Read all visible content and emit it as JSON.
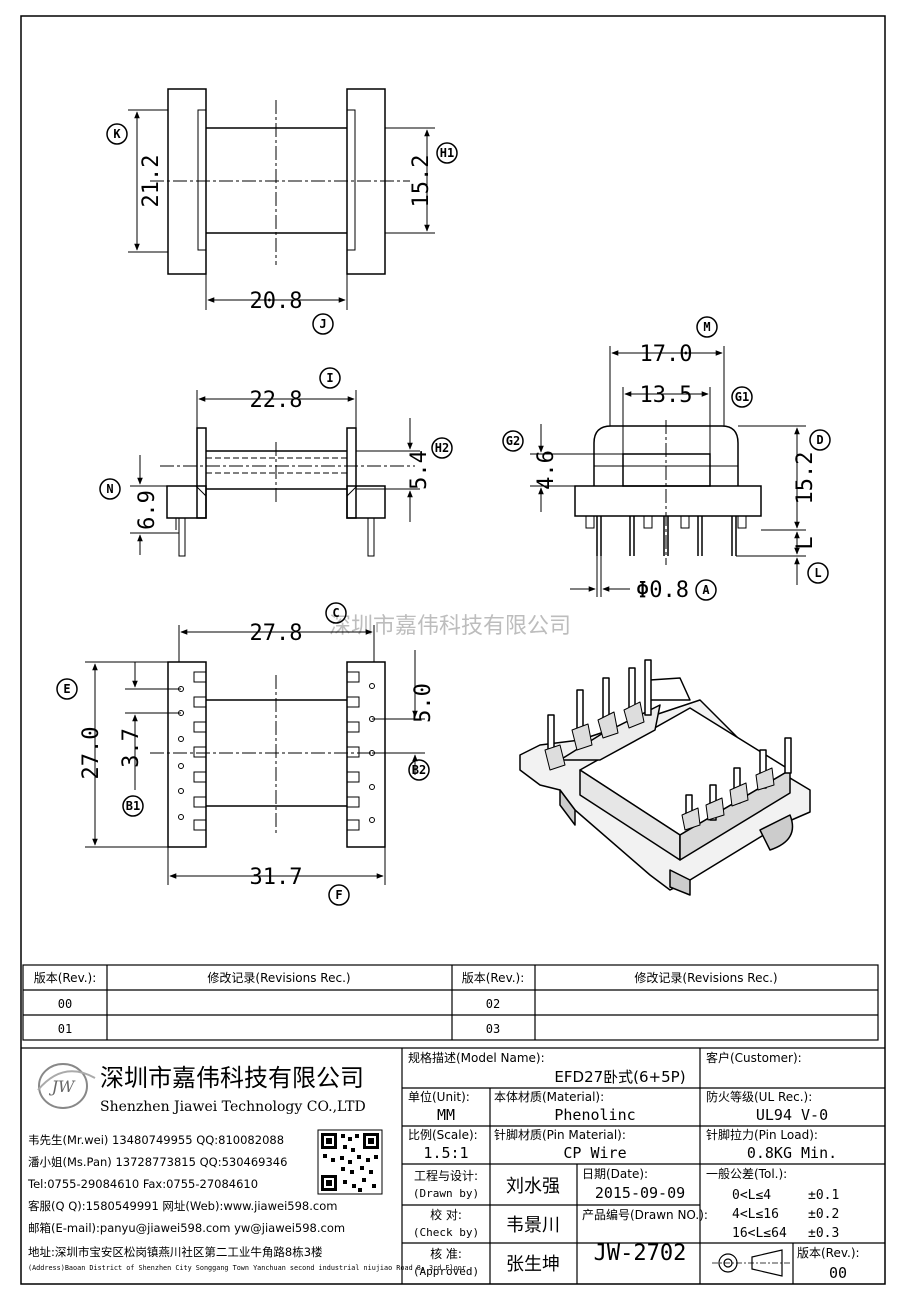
{
  "drawing": {
    "top_view": {
      "k": "21.2",
      "h1": "15.2",
      "j": "20.8",
      "labels": {
        "k": "K",
        "h1": "H1",
        "j": "J"
      }
    },
    "front_view": {
      "i": "22.8",
      "h2": "5.4",
      "n": "6.9",
      "labels": {
        "i": "I",
        "h2": "H2",
        "n": "N"
      }
    },
    "side_view": {
      "m": "17.0",
      "g1": "13.5",
      "g2": "4.6",
      "d": "15.2",
      "l": "L",
      "a": "Φ0.8",
      "labels": {
        "m": "M",
        "g1": "G1",
        "g2": "G2",
        "d": "D",
        "l": "L",
        "a": "A"
      }
    },
    "bottom_view": {
      "c": "27.8",
      "e": "27.0",
      "b1": "3.7",
      "b2": "5.0",
      "f": "31.7",
      "labels": {
        "c": "C",
        "e": "E",
        "b1": "B1",
        "b2": "B2",
        "f": "F"
      }
    },
    "watermark": "深圳市嘉伟科技有限公司"
  },
  "revisions": {
    "rev_header": "版本(Rev.):",
    "rec_header": "修改记录(Revisions Rec.)",
    "left_revs": [
      "00",
      "01"
    ],
    "right_revs": [
      "02",
      "03"
    ]
  },
  "company": {
    "logo": "JW",
    "name_cn": "深圳市嘉伟科技有限公司",
    "name_en": "Shenzhen Jiawei Technology CO.,LTD",
    "contacts": [
      "韦先生(Mr.wei) 13480749955 QQ:810082088",
      "潘小姐(Ms.Pan) 13728773815 QQ:530469346",
      "Tel:0755-29084610     Fax:0755-27084610",
      "客服(Q Q):1580549991  网址(Web):www.jiawei598.com",
      "邮箱(E-mail):panyu@jiawei598.com  yw@jiawei598.com"
    ],
    "address_cn": "地址:深圳市宝安区松岗镇燕川社区第二工业牛角路8栋3楼",
    "address_en": "(Address)Baoan District of Shenzhen City Songgang Town Yanchuan  second industrial niujiao Road 8, 3rd Floor"
  },
  "title_block": {
    "model_label": "规格描述(Model Name):",
    "model_value": "EFD27卧式(6+5P)",
    "customer_label": "客户(Customer):",
    "unit_label": "单位(Unit):",
    "unit_value": "MM",
    "material_label": "本体材质(Material):",
    "material_value": "Phenolinc",
    "ul_label": "防火等级(UL Rec.):",
    "ul_value": "UL94 V-0",
    "scale_label": "比例(Scale):",
    "scale_value": "1.5:1",
    "pin_material_label": "针脚材质(Pin Material):",
    "pin_material_value": "CP Wire",
    "pin_load_label": "针脚拉力(Pin Load):",
    "pin_load_value": "0.8KG Min.",
    "drawn_label_cn": "工程与设计:",
    "drawn_label_en": "(Drawn by)",
    "drawn_value": "刘水强",
    "date_label": "日期(Date):",
    "date_value": "2015-09-09",
    "check_label_cn": "校  对:",
    "check_label_en": "(Check by)",
    "check_value": "韦景川",
    "drawn_no_label": "产品编号(Drawn NO.):",
    "drawn_no_value": "JW-2702",
    "approve_label_cn": "核  准:",
    "approve_label_en": "(Approved)",
    "approve_value": "张生坤",
    "tol_label": "一般公差(Tol.):",
    "tol_rows": [
      {
        "range": "0<L≤4",
        "tol": "±0.1"
      },
      {
        "range": "4<L≤16",
        "tol": "±0.2"
      },
      {
        "range": "16<L≤64",
        "tol": "±0.3"
      }
    ],
    "version_label": "版本(Rev.):",
    "version_value": "00"
  }
}
